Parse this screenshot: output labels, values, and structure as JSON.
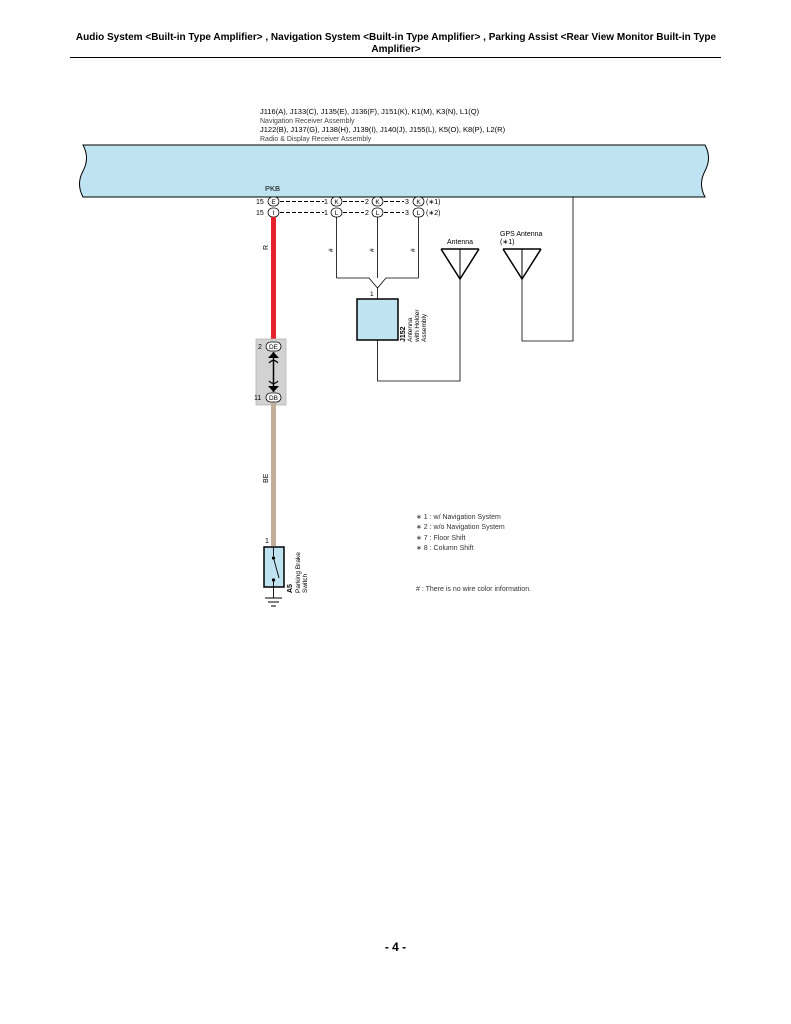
{
  "header": {
    "title": "Audio System <Built-in Type Amplifier> , Navigation System <Built-in Type Amplifier> , Parking Assist <Rear View Monitor Built-in Type Amplifier>"
  },
  "page_number": "- 4 -",
  "colors": {
    "unit_fill": "#bfe3f1",
    "wire_red": "#e8222c",
    "wire_beige": "#c2ad98",
    "junction_grey": "#d2d2d2"
  },
  "receiver": {
    "nav_connectors": "J116(A), J133(C), J135(E), J136(F), J151(K), K1(M), K3(N), L1(Q)",
    "nav_name": "Navigation Receiver Assembly",
    "radio_connectors": "J122(B), J137(G), J138(H), J139(I), J140(J), J155(L), K5(O), K8(P), L2(R)",
    "radio_name": "Radio & Display Receiver Assembly"
  },
  "pins": {
    "signal": "PKB",
    "pin_a": "15",
    "pin_b": "15",
    "conn_e": "E",
    "conn_i": "I",
    "pin1": "1",
    "pin2": "2",
    "pin3": "3",
    "conn_k": "K",
    "conn_l": "L",
    "note1": "(∗1)",
    "note2": "(∗2)"
  },
  "wire_colors": {
    "red": "R",
    "beige": "BE",
    "unknown": "#"
  },
  "antennas": {
    "antenna_label": "Antenna",
    "gps_label_line1": "GPS Antenna",
    "gps_label_line2": "(∗1)"
  },
  "antenna_holder": {
    "pin": "1",
    "code": "J152",
    "name_line1": "Antenna",
    "name_line2": "with Holder",
    "name_line3": "Assembly"
  },
  "junction": {
    "pin_top": "2",
    "conn_top": "DE",
    "pin_bottom": "11",
    "conn_bottom": "DB"
  },
  "switch": {
    "pin": "1",
    "code": "A5",
    "name_line1": "Parking Brake",
    "name_line2": "Switch"
  },
  "notes": [
    "∗ 1 : w/ Navigation System",
    "∗ 2 : w/o Navigation System",
    "∗ 7 : Floor Shift",
    "∗ 8 : Column Shift"
  ],
  "footnote": "# : There is no wire color information."
}
